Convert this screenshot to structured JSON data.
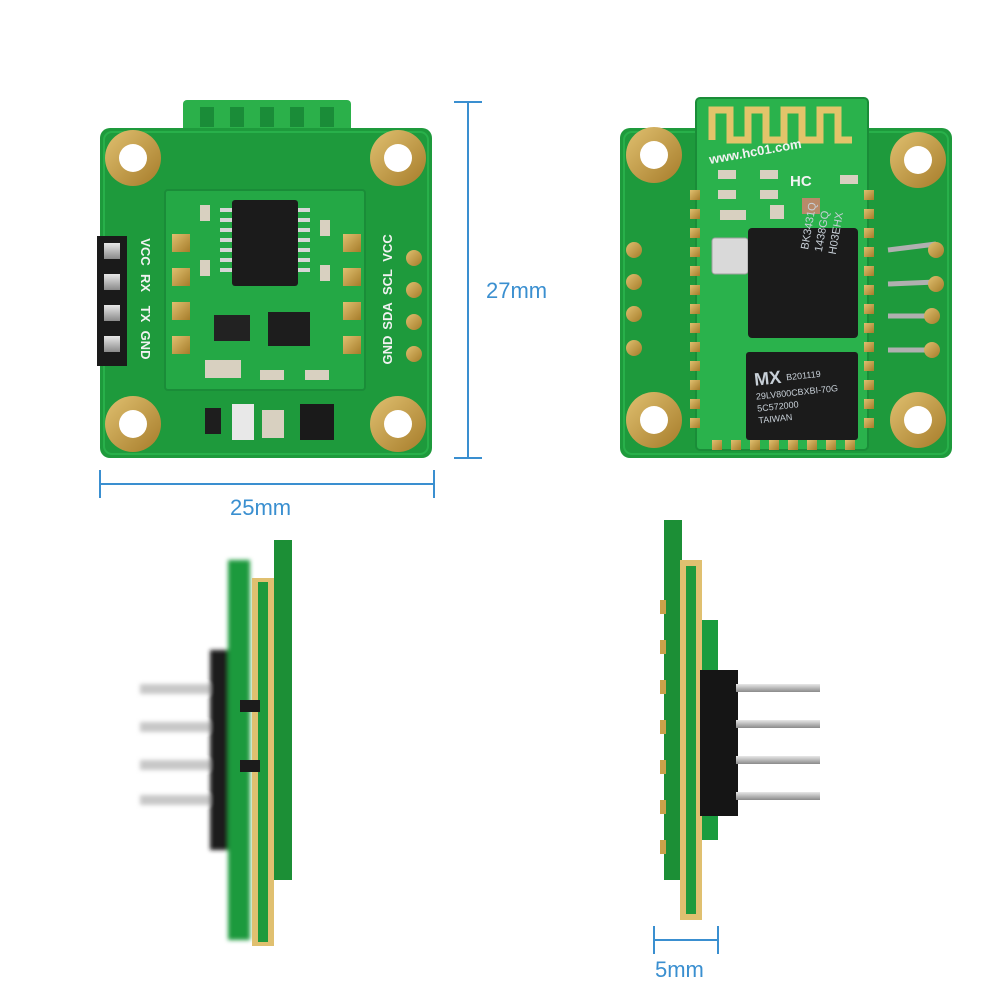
{
  "dimensions": {
    "height": "27mm",
    "width": "25mm",
    "thickness": "5mm"
  },
  "board_a_pins": {
    "left": [
      "VCC",
      "RX",
      "TX",
      "GND"
    ],
    "right": [
      "VCC",
      "SCL",
      "SDA",
      "GND"
    ]
  },
  "board_b_marks": {
    "url": "www.hc01.com",
    "logo": "HC",
    "chip1": [
      "BK3431Q",
      "1438GQ",
      "H03EHX"
    ],
    "chip2_brand": "MX",
    "chip2": [
      "B201119",
      "29LV800CBXBI-70G",
      "5C572000",
      "TAIWAN"
    ]
  },
  "colors": {
    "pcb": "#1e9a3c",
    "pcb_dark": "#127a2a",
    "pad_gold": "#c9a24a",
    "dimension_line": "#3a8fd0"
  }
}
